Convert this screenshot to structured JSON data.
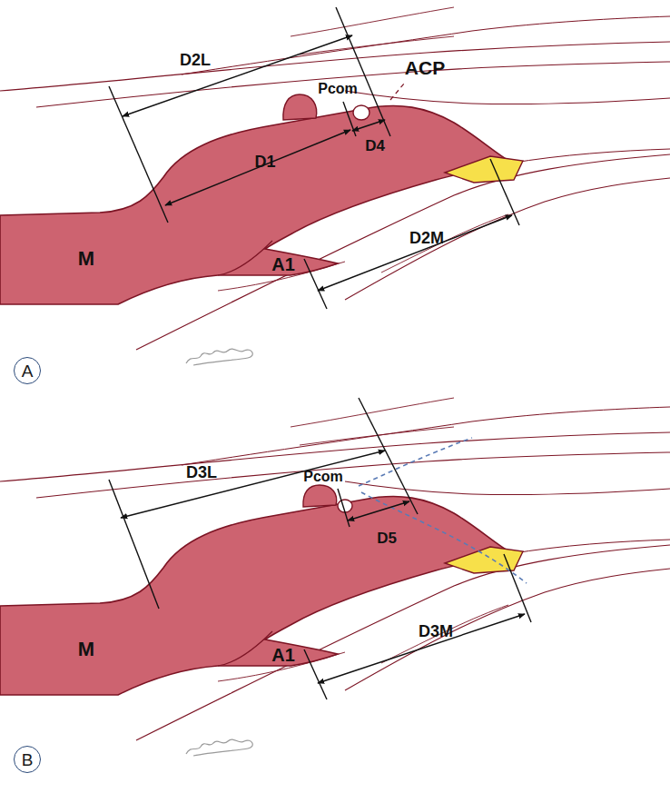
{
  "diagram": {
    "nodes": [
      {
        "text": [
          "A"
        ]
      },
      {
        "text": [
          "B"
        ]
      }
    ],
    "labels": [
      "D2L",
      "Pcom",
      "ACP",
      "D1",
      "D4",
      "M",
      "A1",
      "D2M",
      "D3L",
      "Pcom",
      "D5",
      "M",
      "A1",
      "D3M"
    ]
  }
}
